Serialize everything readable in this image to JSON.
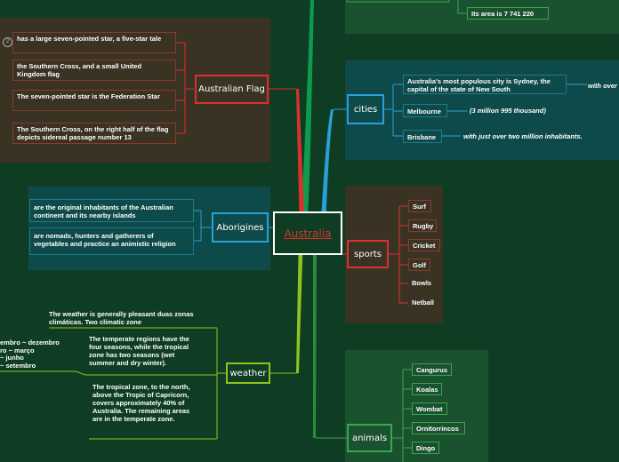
{
  "central": {
    "label": "Australia"
  },
  "flag": {
    "label": "Australian Flag",
    "badge": "2",
    "items": [
      "has a large seven-pointed star, a five-star tale",
      "the Southern Cross, and a small United Kingdom flag",
      "The seven-pointed star is the Federation Star",
      "The Southern Cross, on the right half of the flag depicts sidereal passage number 13"
    ]
  },
  "aborigines": {
    "label": "Aborigines",
    "items": [
      "are the original inhabitants of the Australian continent and its nearby islands",
      "are nomads, hunters and gatherers of vegetables and practice an animistic religion"
    ]
  },
  "weather": {
    "label": "weather",
    "intro": "The weather is generally pleasant duas zonas climáticas. Two climatic zone",
    "temperate": "The temperate regions have the four seasons, while the tropical zone has two seasons (wet summer and dry winter).",
    "tropical": "The tropical zone, to the north, above the Tropic of Capricorn, covers approximately 40% of Australia. The remaining areas are in the temperate zone.",
    "clipped_lines": [
      "embro ~ dezembro",
      "ro ~ março",
      "~ junho",
      "~ setembro"
    ]
  },
  "area": {
    "text": "Its area is 7 741 220"
  },
  "cities": {
    "label": "cities",
    "items": [
      {
        "label": "Australia's most populous city is Sydney, the capital of the state of New South",
        "extra": "with over"
      },
      {
        "label": "Melbourne",
        "extra": "(3 million 995 thousand)"
      },
      {
        "label": "Brisbane",
        "extra": "with just over two million inhabitants."
      }
    ]
  },
  "sports": {
    "label": "sports",
    "items": [
      "Surf",
      "Rugby",
      "Cricket",
      "Golf",
      "Bowls",
      "Netball"
    ]
  },
  "animals": {
    "label": "animals",
    "items": [
      "Cangurus",
      "Koalas",
      "Wombat",
      "Ornitorrincos",
      "Dingo"
    ]
  },
  "colors": {
    "background": "#0f3d23",
    "flag_border": "#d9322e",
    "aborigines_border": "#2aa0d8",
    "weather_border": "#8fc31f",
    "cities_border": "#2aa0d8",
    "sports_border": "#d9322e",
    "animals_border": "#3aa64b"
  }
}
